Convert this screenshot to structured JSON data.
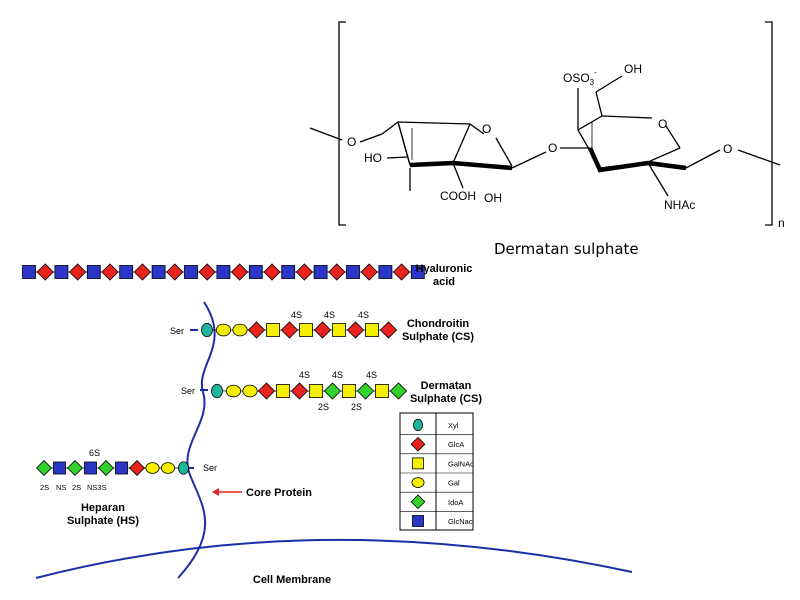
{
  "colors": {
    "Xyl": "#1fb59a",
    "GlcA": "#e8231e",
    "GalNAc": "#f6ef00",
    "Gal": "#f6ef00",
    "IdoA": "#33d12b",
    "GlcNac": "#2b35c8",
    "arrow": "#e8231e",
    "line": "#1a2fa8"
  },
  "dermatan_structure": {
    "title": "Dermatan sulphate",
    "subscript_n": "n",
    "labels": {
      "oso3": "OSO",
      "oso3_sub": "3",
      "oso3_sup": "-",
      "oh_top": "OH",
      "ho_left": "HO",
      "cooh": "COOH",
      "oh_bottom": "OH",
      "nhac": "NHAc",
      "o_left": "O",
      "o_ring1": "O",
      "o_link": "O",
      "o_ring2": "O",
      "o_right": "O"
    }
  },
  "chains": {
    "hyaluronic": {
      "label_line1": "Hyaluronic",
      "label_line2": "acid",
      "units": [
        "GlcNac",
        "GlcA",
        "GlcNac",
        "GlcA",
        "GlcNac",
        "GlcA",
        "GlcNac",
        "GlcA",
        "GlcNac",
        "GlcA",
        "GlcNac",
        "GlcA",
        "GlcNac",
        "GlcA",
        "GlcNac",
        "GlcA",
        "GlcNac",
        "GlcA",
        "GlcNac",
        "GlcA",
        "GlcNac",
        "GlcA",
        "GlcNac",
        "GlcA",
        "GlcNac"
      ]
    },
    "chondroitin": {
      "label_line1": "Chondroitin",
      "label_line2": "Sulphate (CS)",
      "ser": "Ser",
      "units": [
        "Xyl",
        "Gal",
        "Gal",
        "GlcA",
        "GalNAc",
        "GlcA",
        "GalNAc",
        "GlcA",
        "GalNAc",
        "GlcA",
        "GalNAc",
        "GlcA"
      ],
      "annotations_top": [
        "4S",
        "4S",
        "4S"
      ]
    },
    "dermatan": {
      "label_line1": "Dermatan",
      "label_line2": "Sulphate (CS)",
      "ser": "Ser",
      "units": [
        "Xyl",
        "Gal",
        "Gal",
        "GlcA",
        "GalNAc",
        "GlcA",
        "GalNAc",
        "IdoA",
        "GalNAc",
        "IdoA",
        "GalNAc",
        "IdoA"
      ],
      "annotations_top": [
        "4S",
        "4S",
        "4S"
      ],
      "annotations_bottom": [
        "2S",
        "2S"
      ]
    },
    "heparan": {
      "label_line1": "Heparan",
      "label_line2": "Sulphate (HS)",
      "ser": "Ser",
      "units": [
        "IdoA",
        "GlcNac",
        "IdoA",
        "GlcNac",
        "IdoA",
        "GlcNac",
        "GlcA",
        "Gal",
        "Gal",
        "Xyl"
      ],
      "annotation_top": "6S",
      "annotations_bottom": [
        "2S",
        "NS",
        "2S",
        "NS3S"
      ]
    }
  },
  "core_protein": "Core Protein",
  "cell_membrane": "Cell Membrane",
  "legend": {
    "items": [
      {
        "shape": "Xyl",
        "label": "Xyl"
      },
      {
        "shape": "GlcA",
        "label": "GlcA"
      },
      {
        "shape": "GalNAc",
        "label": "GalNAc"
      },
      {
        "shape": "Gal",
        "label": "Gal"
      },
      {
        "shape": "IdoA",
        "label": "IdoA"
      },
      {
        "shape": "GlcNac",
        "label": "GlcNac"
      }
    ]
  }
}
